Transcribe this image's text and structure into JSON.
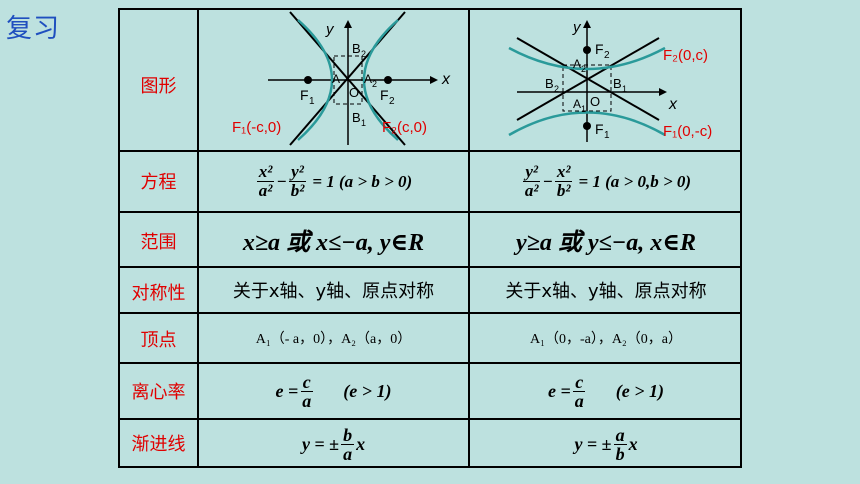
{
  "title": "复习",
  "colors": {
    "background": "#bde1df",
    "title": "#1f4fbf",
    "label": "#e00000",
    "curve": "#2a9a9a"
  },
  "rows": {
    "graph": "图形",
    "equation": "方程",
    "range": "范围",
    "symmetry": "对称性",
    "vertex": "顶点",
    "eccentricity": "离心率",
    "asymptote": "渐进线"
  },
  "left": {
    "graph": {
      "x": "x",
      "y": "y",
      "o": "O",
      "a1": "A",
      "a2": "A",
      "a2sub": "2",
      "b2": "B",
      "b2sub": "2",
      "b1": "B",
      "b1sub": "1",
      "f1": "F",
      "f1sub": "1",
      "f2": "F",
      "f2sub": "2",
      "f1label": "F₁(-c,0)",
      "f2label": "F₂(c,0)"
    },
    "equation": {
      "num1": "x²",
      "den1": "a²",
      "minus": "−",
      "num2": "y²",
      "den2": "b²",
      "rhs": "= 1  (a > b > 0)"
    },
    "range_text": "x≥a  或  x≤−a,  y∈R",
    "symmetry": "关于x轴、y轴、原点对称",
    "vertex": "A₁（- a，0），A₂（a，0）",
    "ecc_lhs": "e =",
    "ecc_num": "c",
    "ecc_den": "a",
    "ecc_cond": "(e > 1)",
    "asym_lhs": "y = ±",
    "asym_num": "b",
    "asym_den": "a",
    "asym_x": "x"
  },
  "right": {
    "graph": {
      "x": "x",
      "y": "y",
      "o": "O",
      "a2": "A",
      "a2sub": "2",
      "a1": "A",
      "a1sub": "1",
      "b2": "B",
      "b2sub": "2",
      "b1": "B",
      "b1sub": "1",
      "f2": "F",
      "f2sub": "2",
      "f1": "F",
      "f1sub": "1",
      "f2label": "F₂(0,c)",
      "f1label": "F₁(0,-c)"
    },
    "equation": {
      "num1": "y²",
      "den1": "a²",
      "minus": "−",
      "num2": "x²",
      "den2": "b²",
      "rhs": "= 1  (a > 0,b > 0)"
    },
    "range_text": "y≥a  或 y≤−a,  x∈R",
    "symmetry": "关于x轴、y轴、原点对称",
    "vertex": "A₁（0，-a），A₂（0，a）",
    "ecc_lhs": "e =",
    "ecc_num": "c",
    "ecc_den": "a",
    "ecc_cond": "(e > 1)",
    "asym_lhs": "y = ±",
    "asym_num": "a",
    "asym_den": "b",
    "asym_x": "x"
  }
}
